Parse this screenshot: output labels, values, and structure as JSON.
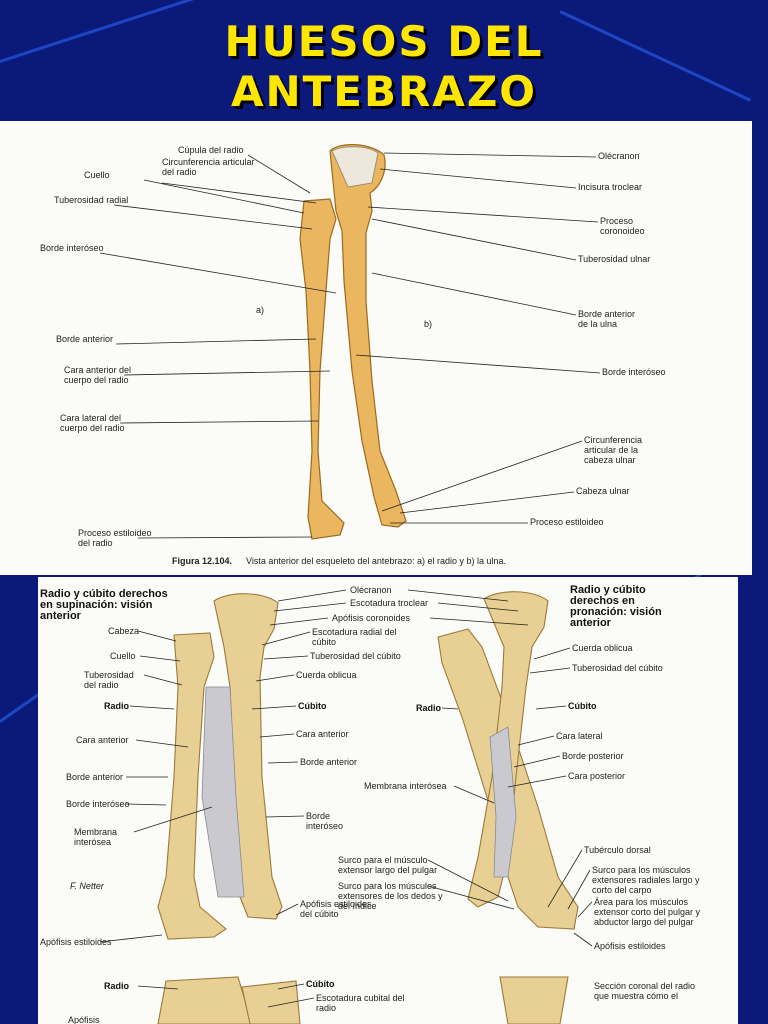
{
  "slide": {
    "title_line1": "HUESOS DEL",
    "title_line2": "ANTEBRAZO",
    "colors": {
      "background": "#0b1a7a",
      "title": "#ffe600",
      "bone": "#eab660"
    }
  },
  "figure_top": {
    "label_a": "a)",
    "label_b": "b)",
    "left_labels": [
      "Cúpula del radio",
      "Circunferencia articular del radio",
      "Cuello",
      "Tuberosidad radial",
      "Borde interóseo",
      "Borde anterior",
      "Cara anterior del cuerpo del radio",
      "Cara lateral del cuerpo del radio",
      "Proceso estiloideo del radio"
    ],
    "right_labels": [
      "Olécranon",
      "Incisura troclear",
      "Proceso coronoideo",
      "Tuberosidad ulnar",
      "Borde anterior de la ulna",
      "Borde interóseo",
      "Circunferencia articular de la cabeza ulnar",
      "Cabeza ulnar",
      "Proceso estiloideo"
    ],
    "caption_bold": "Figura 12.104.",
    "caption_text": "Vista anterior del esqueleto del antebrazo: a) el radio y b) la ulna."
  },
  "figure_bottom": {
    "title_left": "Radio y cúbito derechos en supinación: visión anterior",
    "title_right": "Radio y cúbito derechos en pronación: visión anterior",
    "top_labels": [
      "Olécranon",
      "Escotadura troclear",
      "Apófisis coronoides"
    ],
    "left_labels": [
      "Cabeza",
      "Cuello",
      "Tuberosidad del radio",
      "Radio",
      "Cara anterior",
      "Borde anterior",
      "Borde interóseo",
      "Membrana interósea",
      "Apófisis estiloides"
    ],
    "center_labels": [
      "Escotadura radial del cúbito",
      "Tuberosidad del cúbito",
      "Cuerda oblicua",
      "Cúbito",
      "Cara anterior",
      "Borde anterior",
      "Borde interóseo",
      "Apófisis estiloides del cúbito"
    ],
    "pron_left_labels": [
      "Radio",
      "Membrana interósea",
      "Surco para el músculo extensor largo del pulgar",
      "Surco para los músculos extensores de los dedos y del índice"
    ],
    "pron_right_labels": [
      "Cuerda oblicua",
      "Tuberosidad del cúbito",
      "Cúbito",
      "Cara lateral",
      "Borde posterior",
      "Cara posterior",
      "Tubérculo dorsal",
      "Surco para los músculos extensores radiales largo y corto del carpo",
      "Área para los músculos extensor corto del pulgar y abductor largo del pulgar",
      "Apófisis estiloides"
    ],
    "bottom_labels": {
      "radio": "Radio",
      "cubito": "Cúbito",
      "escotadura": "Escotadura cubital del radio",
      "seccion": "Sección coronal del radio que muestra cómo el",
      "apofisis": "Apófisis"
    },
    "signature": "F. Netter"
  }
}
